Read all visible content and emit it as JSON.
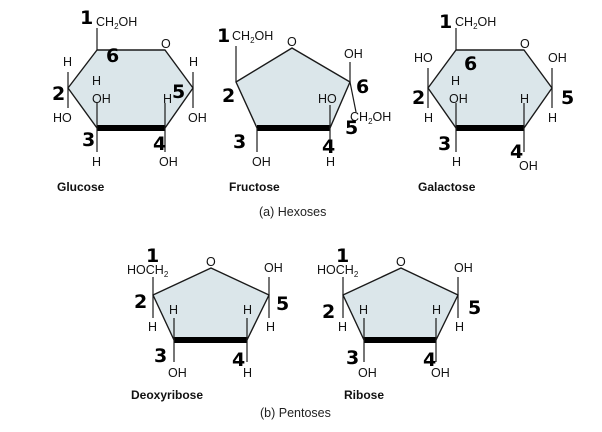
{
  "labels": {
    "oh": "OH",
    "h": "H",
    "ho": "HO",
    "o": "O",
    "ch2oh": "CH2OH",
    "ch": "CH",
    "ch2_sub": "2",
    "ho_ch2": "HOCH2"
  },
  "molecules": {
    "glucose": {
      "name": "Glucose",
      "annotations": [
        "1",
        "6",
        "2",
        "5",
        "3",
        "4"
      ]
    },
    "fructose": {
      "name": "Fructose",
      "annotations": [
        "1",
        "2",
        "6",
        "5",
        "3",
        "4"
      ]
    },
    "galactose": {
      "name": "Galactose",
      "annotations": [
        "1",
        "6",
        "2",
        "5",
        "3",
        "4"
      ]
    },
    "deoxyribose": {
      "name": "Deoxyribose",
      "annotations": [
        "1",
        "2",
        "5",
        "3",
        "4"
      ]
    },
    "ribose": {
      "name": "Ribose",
      "annotations": [
        "1",
        "2",
        "5",
        "3",
        "4"
      ]
    }
  },
  "captions": {
    "hexoses": "(a) Hexoses",
    "pentoses": "(b) Pentoses"
  },
  "colors": {
    "ring_fill": "#dbe6ea",
    "bond": "#1a1a1a",
    "annotation_ink": "#000000"
  }
}
